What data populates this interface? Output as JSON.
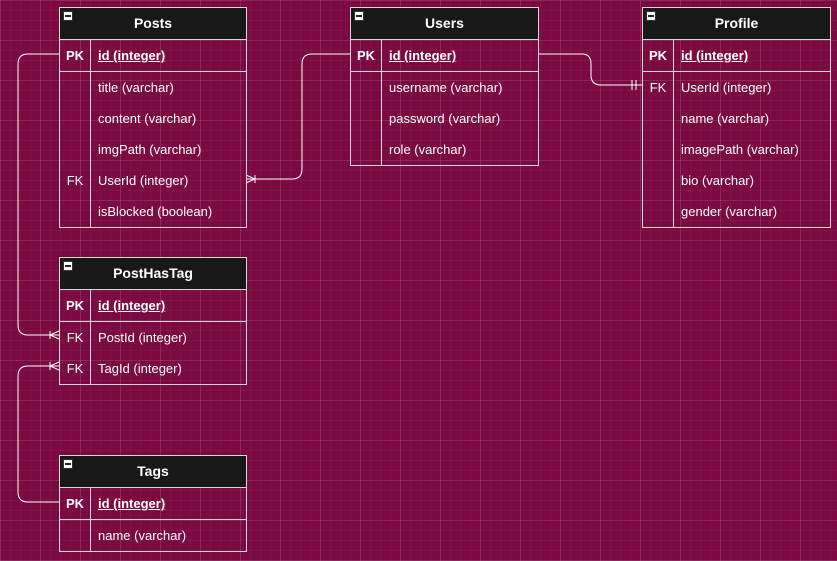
{
  "entities": {
    "posts": {
      "name": "Posts",
      "rows": [
        {
          "key": "PK",
          "field": "id (integer)"
        },
        {
          "key": "",
          "field": "title (varchar)"
        },
        {
          "key": "",
          "field": "content (varchar)"
        },
        {
          "key": "",
          "field": "imgPath (varchar)"
        },
        {
          "key": "FK",
          "field": "UserId (integer)"
        },
        {
          "key": "",
          "field": "isBlocked (boolean)"
        }
      ]
    },
    "users": {
      "name": "Users",
      "rows": [
        {
          "key": "PK",
          "field": "id (integer)"
        },
        {
          "key": "",
          "field": "username (varchar)"
        },
        {
          "key": "",
          "field": "password (varchar)"
        },
        {
          "key": "",
          "field": "role (varchar)"
        }
      ]
    },
    "profile": {
      "name": "Profile",
      "rows": [
        {
          "key": "PK",
          "field": "id (integer)"
        },
        {
          "key": "FK",
          "field": "UserId (integer)"
        },
        {
          "key": "",
          "field": "name (varchar)"
        },
        {
          "key": "",
          "field": "imagePath (varchar)"
        },
        {
          "key": "",
          "field": "bio (varchar)"
        },
        {
          "key": "",
          "field": "gender (varchar)"
        }
      ]
    },
    "posthastag": {
      "name": "PostHasTag",
      "rows": [
        {
          "key": "PK",
          "field": "id (integer)"
        },
        {
          "key": "FK",
          "field": "PostId (integer)"
        },
        {
          "key": "FK",
          "field": "TagId (integer)"
        }
      ]
    },
    "tags": {
      "name": "Tags",
      "rows": [
        {
          "key": "PK",
          "field": "id (integer)"
        },
        {
          "key": "",
          "field": "name (varchar)"
        }
      ]
    }
  },
  "colors": {
    "canvas": "#7a0a3f",
    "header": "#181818",
    "border": "#d7d7d7",
    "text": "#ffffff"
  }
}
